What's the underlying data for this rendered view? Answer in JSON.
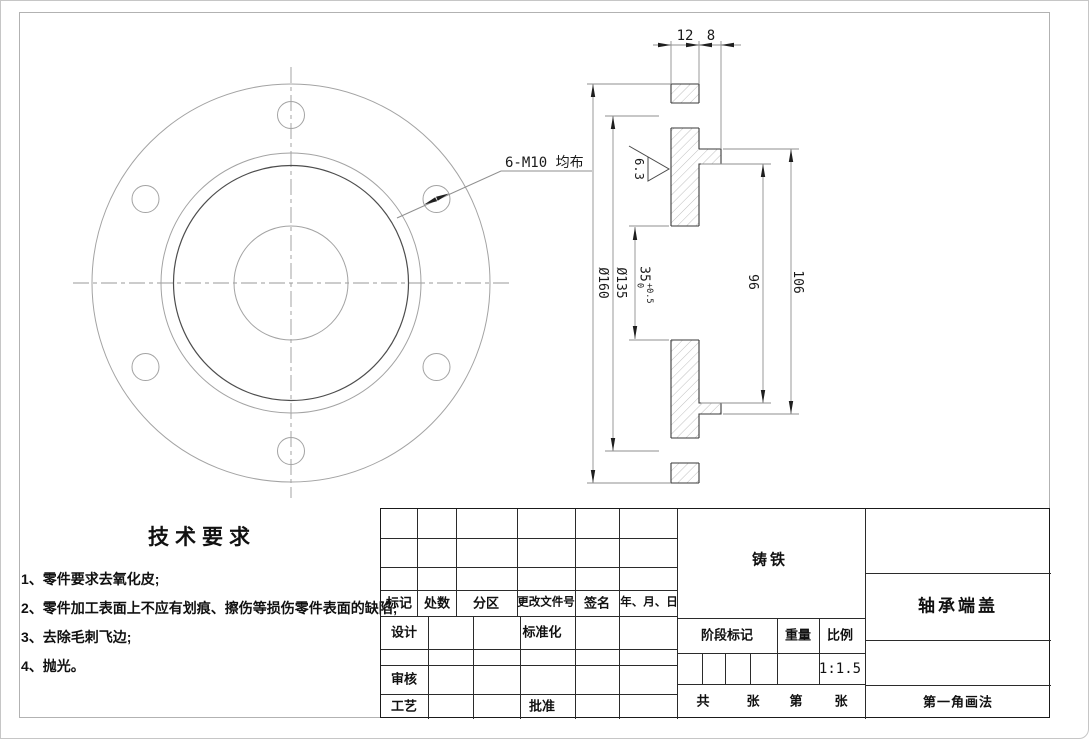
{
  "drawing": {
    "dimensions": {
      "flange_thickness": "12",
      "boss_thickness": "8",
      "flange_outer_dia": "Ø160",
      "bolt_circle_dia": "Ø135",
      "center_hole": {
        "value": "35",
        "tol_upper": "+0.5",
        "tol_lower": "0"
      },
      "recess_dia": "96",
      "boss_dia": "106",
      "surface_roughness": "6.3",
      "holes_note": "6-M10 均布"
    },
    "tech_requirements": {
      "title": "技术要求",
      "items": [
        "1、零件要求去氧化皮;",
        "2、零件加工表面上不应有划痕、擦伤等损伤零件表面的缺陷;",
        "3、去除毛刺飞边;",
        "4、抛光。"
      ]
    }
  },
  "title_block": {
    "material": "铸铁",
    "part_name": "轴承端盖",
    "projection_method": "第一角画法",
    "scale_value": "1:1.5",
    "rev_headers": {
      "mark": "标记",
      "count": "处数",
      "zone": "分区",
      "change_doc_no": "更改文件号",
      "signature": "签名",
      "date": "年、月、日"
    },
    "roles": {
      "design": "设计",
      "standardization": "标准化",
      "check": "审核",
      "process": "工艺",
      "approve": "批准"
    },
    "fields": {
      "stage_mark": "阶段标记",
      "weight": "重量",
      "scale": "比例"
    },
    "summary": {
      "total": "共",
      "sheet": "张",
      "no": "第",
      "sheet2": "张"
    }
  }
}
